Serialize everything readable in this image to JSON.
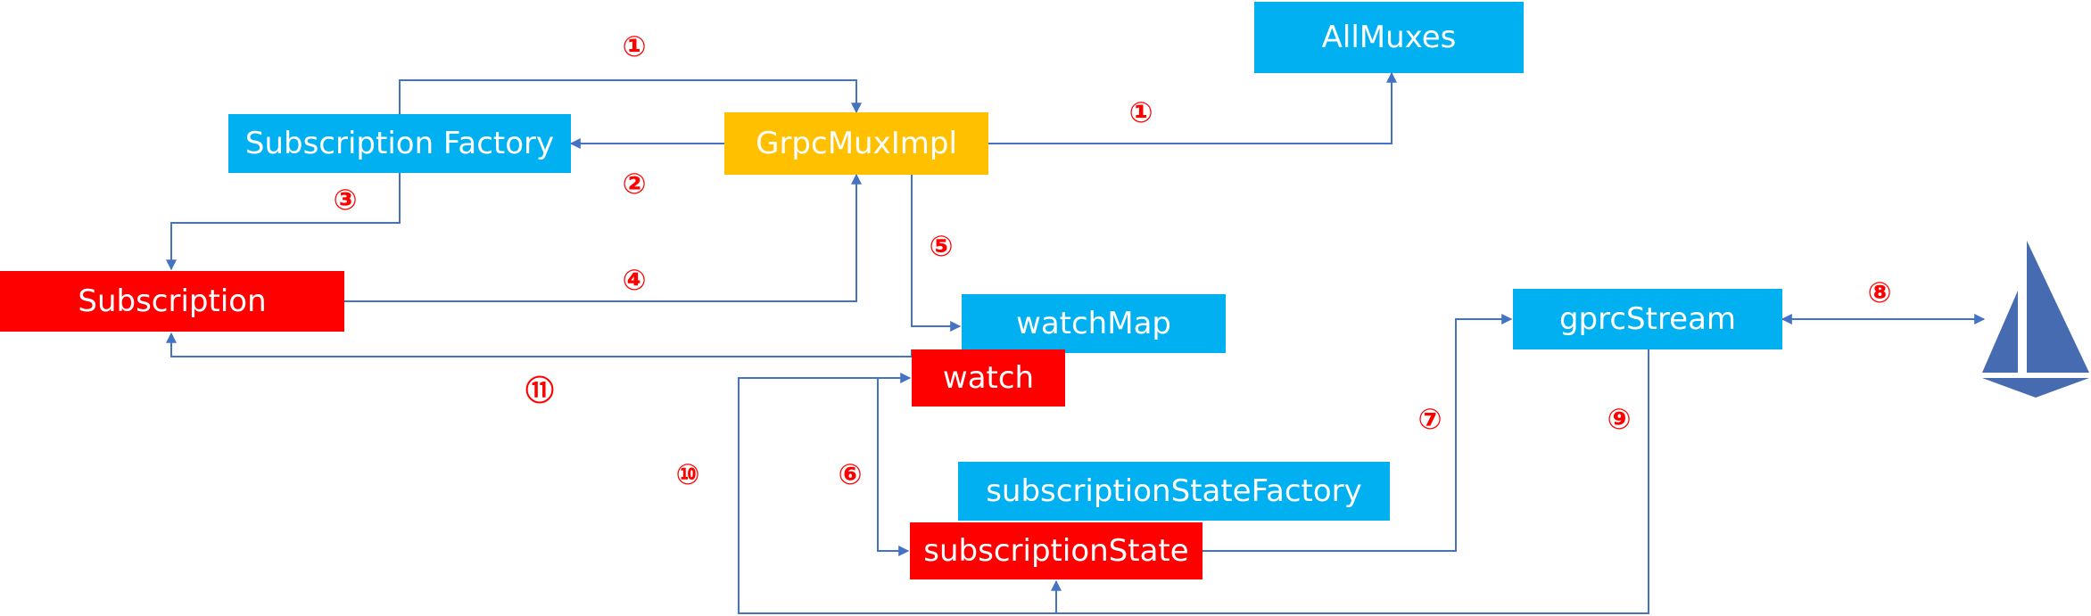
{
  "nodes": {
    "all_muxes": "AllMuxes",
    "subscription_factory": "Subscription Factory",
    "grpc_mux_impl": "GrpcMuxImpl",
    "subscription": "Subscription",
    "watch_map": "watchMap",
    "watch": "watch",
    "gprc_stream": "gprcStream",
    "subscription_state_factory": "subscriptionStateFactory",
    "subscription_state": "subscriptionState"
  },
  "steps": {
    "s1a": "①",
    "s1b": "①",
    "s2": "②",
    "s3": "③",
    "s4": "④",
    "s5": "⑤",
    "s6": "⑥",
    "s7": "⑦",
    "s8": "⑧",
    "s9": "⑨",
    "s10": "⑩",
    "s11": "⑪"
  },
  "colors": {
    "blue": "#00b0f0",
    "red": "#ff0000",
    "yellow": "#ffc000",
    "connector": "#4472c4",
    "logo": "#466bb0"
  },
  "icons": {
    "logo": "istio-sail-logo"
  }
}
